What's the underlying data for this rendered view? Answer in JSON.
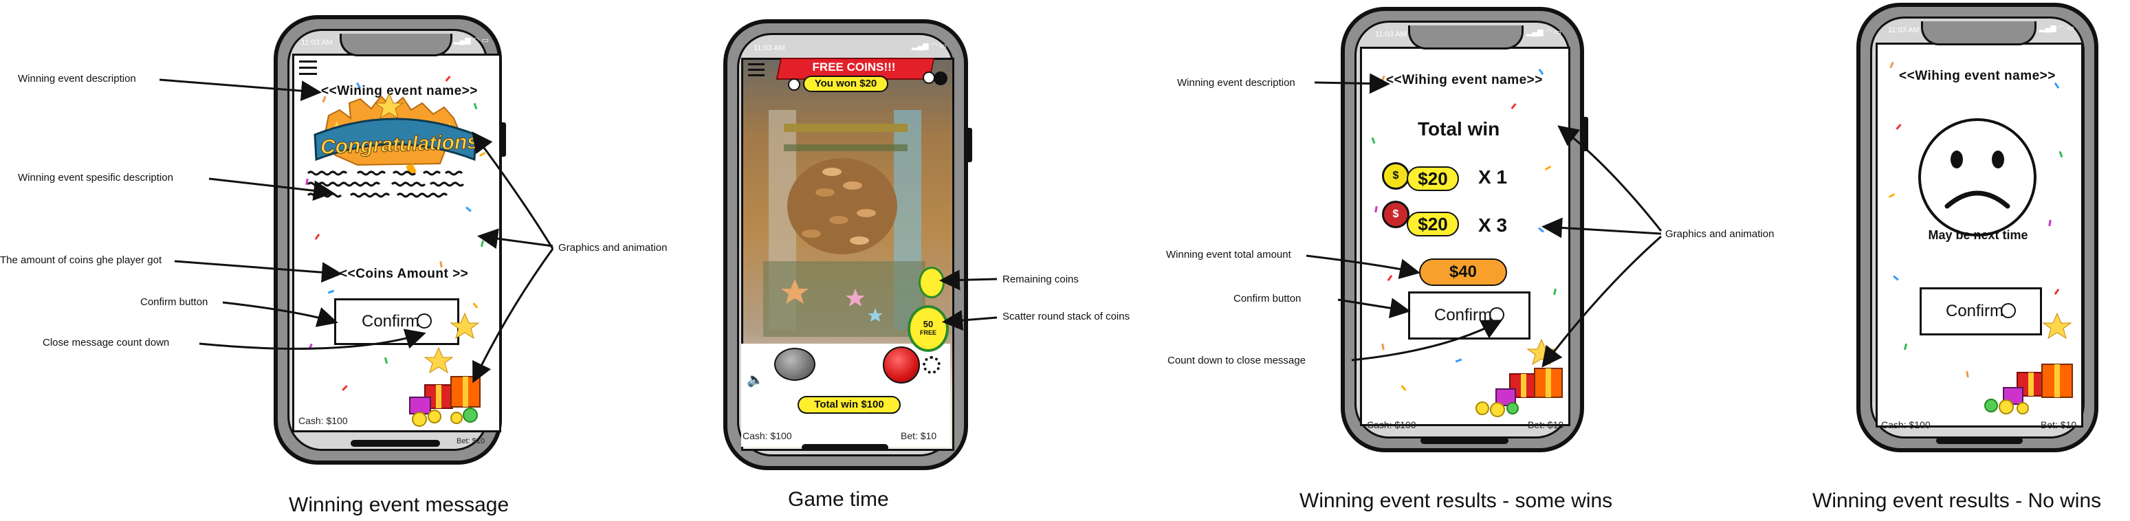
{
  "status_time": "11:03 AM",
  "annotations": {
    "winning_event_description": "Winning event description",
    "winning_event_specific_description": "Winning event spesific description",
    "amount_of_coins": "The amount of coins ghe player got",
    "confirm_button": "Confirm button",
    "close_message_countdown": "Close message count down",
    "graphics_and_animation": "Graphics and animation",
    "remaining_coins": "Remaining coins",
    "scatter_round": "Scatter round stack of coins",
    "winning_event_total_amount": "Winning event total amount",
    "countdown_to_close": "Count down to close message"
  },
  "screens": {
    "message": {
      "caption": "Winning event message",
      "event_name": "<<Wining event name>>",
      "congrats_banner": "Congratulations",
      "coins_amount": "<<Coins Amount >>",
      "confirm_label": "Confirm",
      "footer_left": "Cash: $100",
      "footer_right": "Bet: $10"
    },
    "game": {
      "caption": "Game time",
      "free_coins": "FREE COINS!!!",
      "you_won": "You won $20",
      "total_win": "Total win $100",
      "scatter_value": "50",
      "scatter_tag": "FREE",
      "footer_left": "Cash: $100",
      "footer_right": "Bet: $10"
    },
    "some_wins": {
      "caption": "Winning event results - some wins",
      "event_name": "<<Wihing event name>>",
      "total_win_title": "Total win",
      "rows": [
        {
          "amount": "$20",
          "multiplier": "X 1",
          "chip_color": "#f3e21a"
        },
        {
          "amount": "$20",
          "multiplier": "X 3",
          "chip_color": "#c8282a"
        }
      ],
      "total_amount": "$40",
      "confirm_label": "Confirm",
      "footer_left": "Cash: $100",
      "footer_right": "Bet: $10"
    },
    "no_wins": {
      "caption": "Winning event results - No wins",
      "event_name": "<<Wihing event name>>",
      "message": "May be next time",
      "confirm_label": "Confirm",
      "footer_left": "Cash: $100",
      "footer_right": "Bet: $10"
    }
  },
  "colors": {
    "pill_yellow": "#ffef2e",
    "total_orange": "#f7a12c",
    "free_banner_red": "#e3202a",
    "spin_button_red": "#d61414"
  }
}
